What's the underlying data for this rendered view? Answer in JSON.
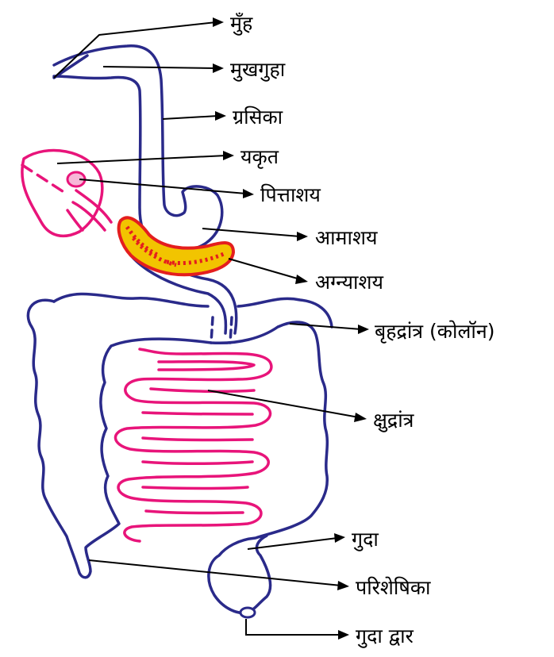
{
  "labels": {
    "mouth": "मुँह",
    "mouth_cavity": "मुखगुहा",
    "esophagus": "ग्रसिका",
    "liver": "यकृत",
    "gallbladder": "पित्ताशय",
    "stomach": "आमाशय",
    "pancreas": "अग्न्याशय",
    "large_intestine": "बृहद्रांत्र (कोलॉन)",
    "small_intestine": "क्षुद्रांत्र",
    "rectum": "गुदा",
    "appendix": "परिशेषिका",
    "anus": "गुदा द्वार"
  },
  "colors": {
    "outline": "#2a2a8a",
    "organ_pink": "#e8147a",
    "pancreas_red": "#e41e1e",
    "pancreas_spots": "#f2c400",
    "leader": "#000000"
  }
}
